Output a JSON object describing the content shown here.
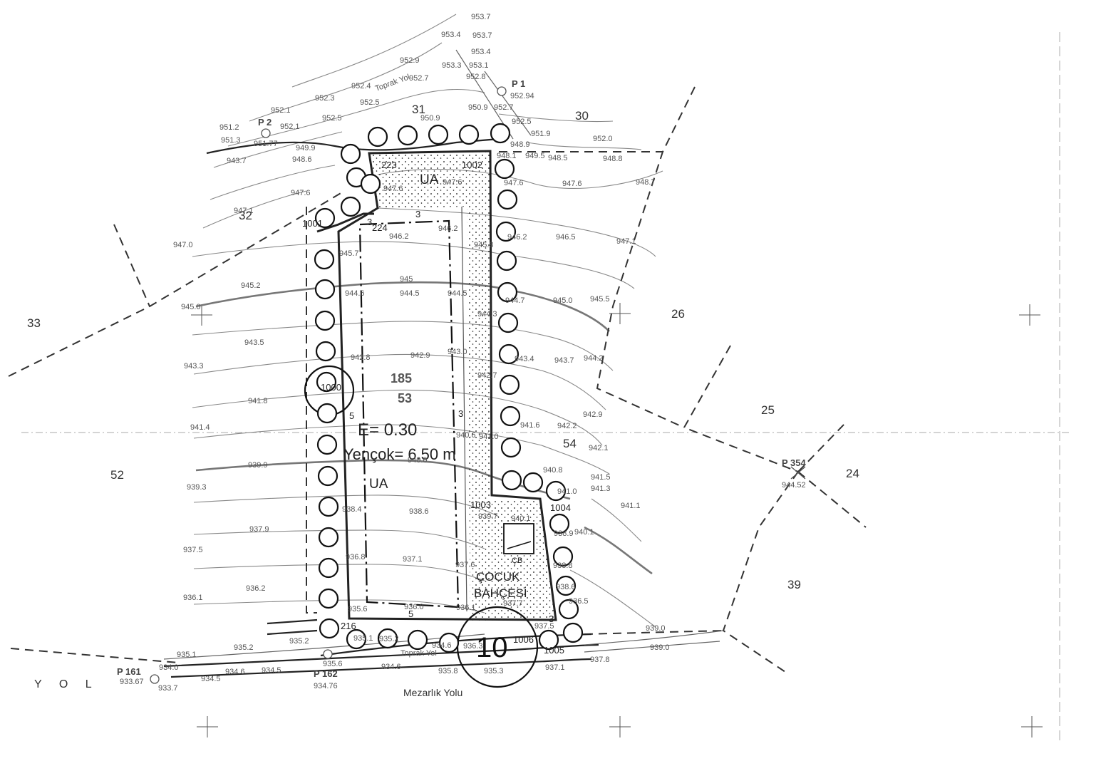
{
  "parcels": [
    {
      "id": "30",
      "text": "30"
    },
    {
      "id": "31",
      "text": "31"
    },
    {
      "id": "32",
      "text": "32"
    },
    {
      "id": "33",
      "text": "33"
    },
    {
      "id": "26",
      "text": "26"
    },
    {
      "id": "25",
      "text": "25"
    },
    {
      "id": "24",
      "text": "24"
    },
    {
      "id": "52",
      "text": "52"
    },
    {
      "id": "54",
      "text": "54"
    },
    {
      "id": "39",
      "text": "39"
    }
  ],
  "block": {
    "number": "185",
    "parcel": "53"
  },
  "zoning": {
    "emsal": "E=  0.30",
    "height": "Yençok= 6.50 m",
    "ua_top": "UA",
    "ua_bottom": "UA",
    "kindergarten_line1": "ÇOCUK",
    "kindergarten_line2": "BAHÇESİ",
    "park_number": "10",
    "cb": "ÇB"
  },
  "roads": {
    "main": "Y O L",
    "cemetery": "Mezarlık Yolu",
    "dirt_top": "Toprak Yol",
    "dirt_bottom": "Toprak Yol"
  },
  "survey_points": [
    {
      "label": "P 1",
      "value": "952.94"
    },
    {
      "label": "P 2",
      "value": "951.77"
    },
    {
      "label": "P 354",
      "value": "944.52"
    },
    {
      "label": "P 161",
      "value": "933.67"
    },
    {
      "label": "P 162",
      "value": "934.76"
    }
  ],
  "corner_numbers": [
    "223",
    "1002",
    "1001",
    "224",
    "1003",
    "1004",
    "1005",
    "216",
    "1000",
    "1006"
  ],
  "dimensions": [
    "3",
    "3",
    "5",
    "5",
    "3",
    "3"
  ],
  "elevations": [
    "953.7",
    "953.4",
    "953.7",
    "953.4",
    "952.9",
    "953.3",
    "953.1",
    "952.7",
    "952.8",
    "952.4",
    "952.3",
    "952.5",
    "952.1",
    "952.5",
    "950.9",
    "950.9",
    "952.7",
    "952.5",
    "951.2",
    "951.3",
    "952.1",
    "951.9",
    "952.0",
    "948.8",
    "949.5",
    "948.5",
    "948.9",
    "949.9",
    "948.6",
    "943.7",
    "948.1",
    "947.6",
    "947.6",
    "947.6",
    "947.6",
    "948.7",
    "947.6",
    "947.1",
    "946.2",
    "946.2",
    "946.2",
    "946.5",
    "947.1",
    "947.0",
    "945.7",
    "945.8",
    "945.2",
    "945",
    "944.6",
    "944.5",
    "944.5",
    "944.7",
    "945.0",
    "945.5",
    "945.0",
    "944.3",
    "943.5",
    "942.8",
    "942.9",
    "943.0",
    "943.4",
    "943.7",
    "944.2",
    "943.3",
    "942.7",
    "941.8",
    "942.9",
    "941.4",
    "940.6",
    "941.0",
    "941.6",
    "942.2",
    "942.1",
    "940.0",
    "939.9",
    "940.8",
    "941.5",
    "941.3",
    "939.3",
    "941.0",
    "938.4",
    "938.6",
    "939.7",
    "941.1",
    "940.1",
    "937.9",
    "938.9",
    "940.1",
    "937.5",
    "936.8",
    "937.1",
    "938.8",
    "937.6",
    "936.1",
    "936.2",
    "938.6",
    "935.6",
    "936.0",
    "936.1",
    "937.7",
    "936.5",
    "935.1",
    "935.2",
    "935.2",
    "935.1",
    "935.2",
    "934.6",
    "936.3",
    "937.5",
    "939.0",
    "934.0",
    "934.6",
    "934.5",
    "934.5",
    "935.6",
    "934.6",
    "935.8",
    "935.3",
    "937.1",
    "937.8",
    "939.0",
    "933.7"
  ],
  "colors": {
    "line": "#222222",
    "contour": "#888888",
    "dots": "#111111"
  }
}
